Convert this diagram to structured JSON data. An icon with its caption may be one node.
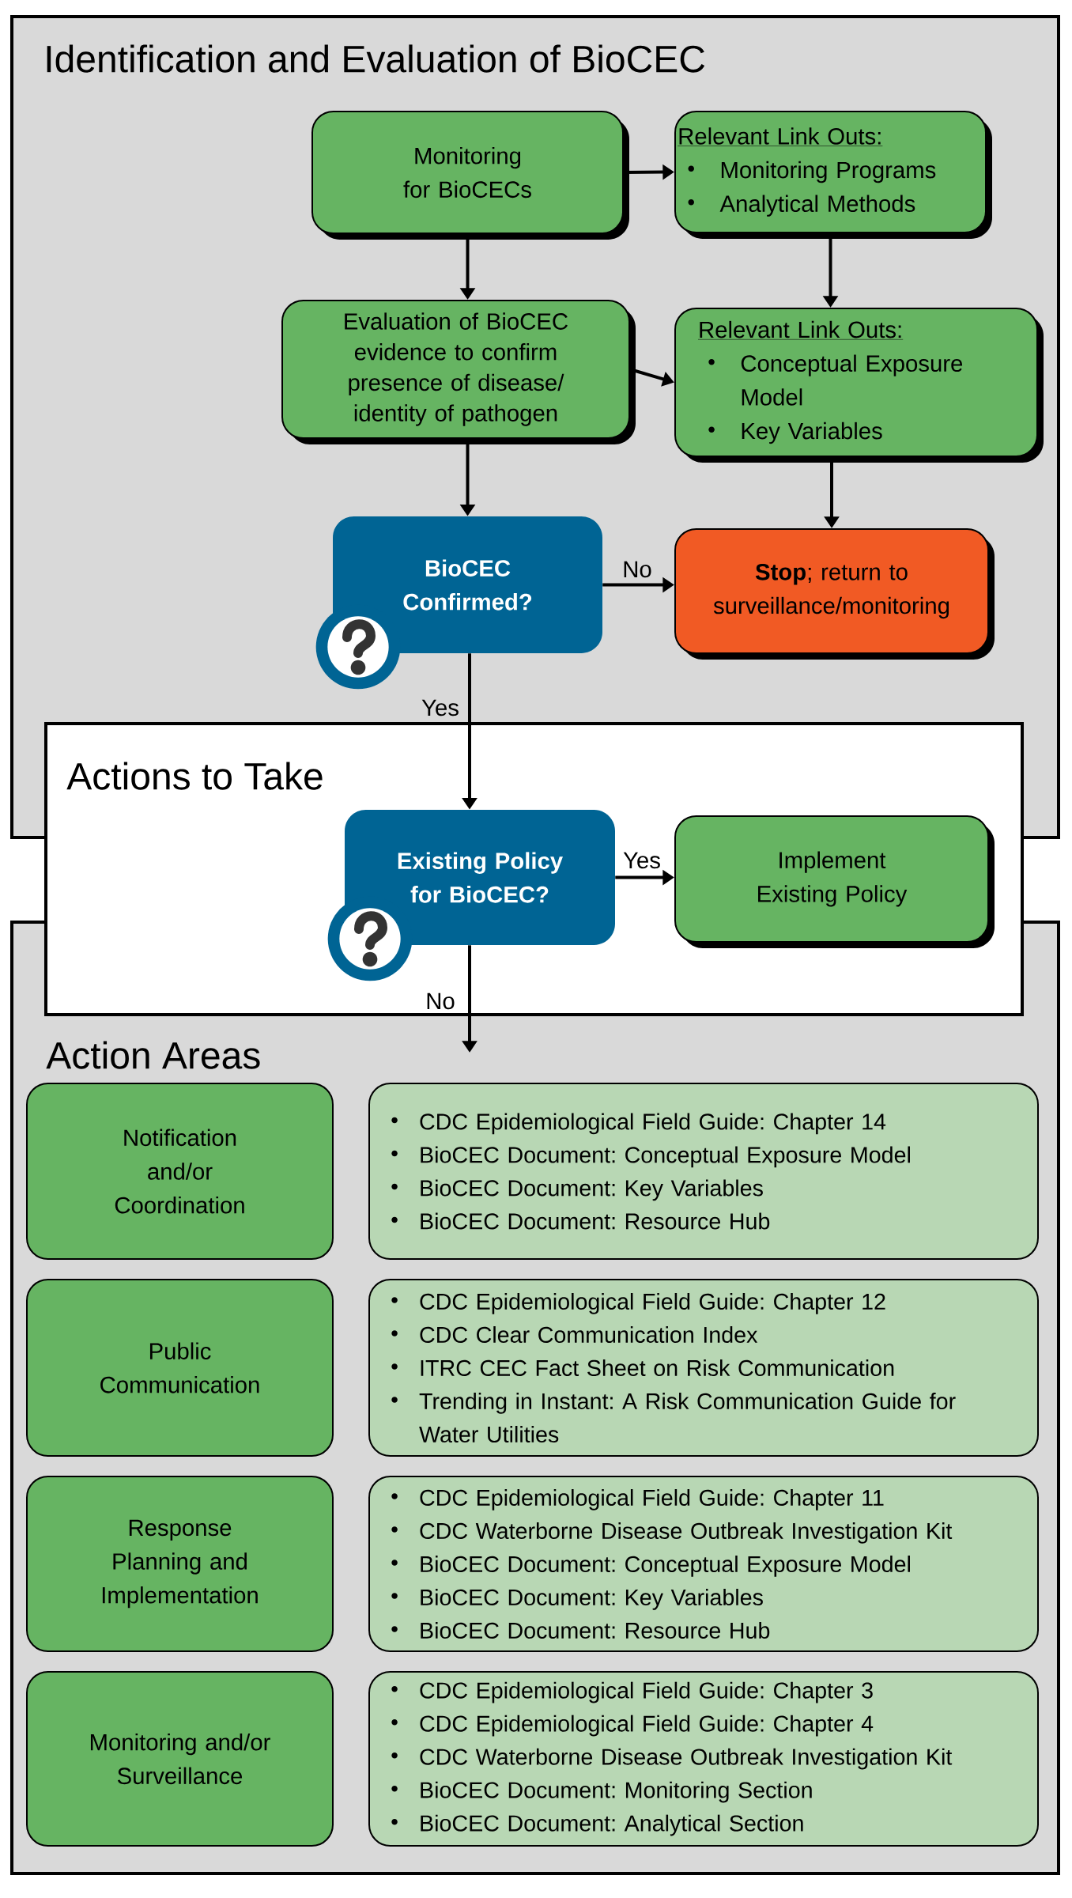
{
  "diagram": {
    "nodes": [
      {
        "text": [
          "Identification and Evaluation of BioCEC"
        ]
      },
      {
        "text": [
          "Monitoring for BioCECs"
        ],
        "in": 0
      },
      {
        "text": [
          "Relevant Link Outs:",
          "Monitoring Programs",
          "Analytical Methods"
        ],
        "in": 0
      },
      {
        "text": [
          "Evaluation of BioCEC evidence to confirm presence of disease/ identity of pathogen"
        ],
        "in": 0
      },
      {
        "text": [
          "Relevant Link Outs:",
          "Conceptual Exposure Model",
          "Key Variables"
        ],
        "in": 0
      },
      {
        "text": [
          "BioCEC Confirmed?"
        ],
        "in": 0
      },
      {
        "text": [
          "**Stop**; return to surveillance/monitoring"
        ],
        "in": 0
      },
      {
        "text": [
          "Actions to Take"
        ]
      },
      {
        "text": [
          "Existing Policy for BioCEC?"
        ],
        "in": 7
      },
      {
        "text": [
          "Implement Existing Policy"
        ],
        "in": 7
      },
      {
        "text": [
          "Action Areas"
        ]
      },
      {
        "text": [
          "Notification and/or Coordination"
        ],
        "in": 10
      },
      {
        "text": [
          "CDC Epidemiological Field Guide: Chapter 14",
          "BioCEC Document: Conceptual Exposure Model",
          "BioCEC Document: Key Variables",
          "BioCEC Document: Resource Hub"
        ],
        "in": 10
      },
      {
        "text": [
          "Public Communication"
        ],
        "in": 10
      },
      {
        "text": [
          "CDC Epidemiological Field Guide: Chapter 12",
          "CDC Clear Communication Index",
          "ITRC CEC Fact Sheet on Risk Communication",
          "Trending in Instant: A Risk Communication Guide for Water Utilities"
        ],
        "in": 10
      },
      {
        "text": [
          "Response Planning and Implementation"
        ],
        "in": 10
      },
      {
        "text": [
          "CDC Epidemiological Field Guide: Chapter 11",
          "CDC Waterborne Disease Outbreak Investigation Kit",
          "BioCEC Document: Conceptual Exposure Model",
          "BioCEC Document: Key Variables",
          "BioCEC Document: Resource Hub"
        ],
        "in": 10
      },
      {
        "text": [
          "Monitoring and/or Surveillance"
        ],
        "in": 10
      },
      {
        "text": [
          "CDC Epidemiological Field Guide: Chapter 3",
          "CDC Epidemiological Field Guide: Chapter 4",
          "CDC Waterborne Disease Outbreak Investigation Kit",
          "BioCEC Document: Monitoring Section",
          "BioCEC Document: Analytical Section"
        ],
        "in": 10
      }
    ],
    "edges": [
      {
        "from": 1,
        "to": 2,
        "arrow": "to"
      },
      {
        "from": 1,
        "to": 3,
        "arrow": "to"
      },
      {
        "from": 2,
        "to": 4,
        "arrow": "to"
      },
      {
        "from": 3,
        "to": 4,
        "arrow": "to"
      },
      {
        "from": 4,
        "to": 6,
        "arrow": "to"
      },
      {
        "from": 3,
        "to": 5,
        "arrow": "to"
      },
      {
        "from": 5,
        "to": 6,
        "arrow": "to",
        "label": "No"
      },
      {
        "from": 5,
        "to": 8,
        "arrow": "to",
        "label": "Yes"
      },
      {
        "from": 8,
        "to": 9,
        "arrow": "to",
        "label": "Yes"
      },
      {
        "from": 8,
        "to": null,
        "arrow": "to",
        "label": "No"
      }
    ]
  }
}
